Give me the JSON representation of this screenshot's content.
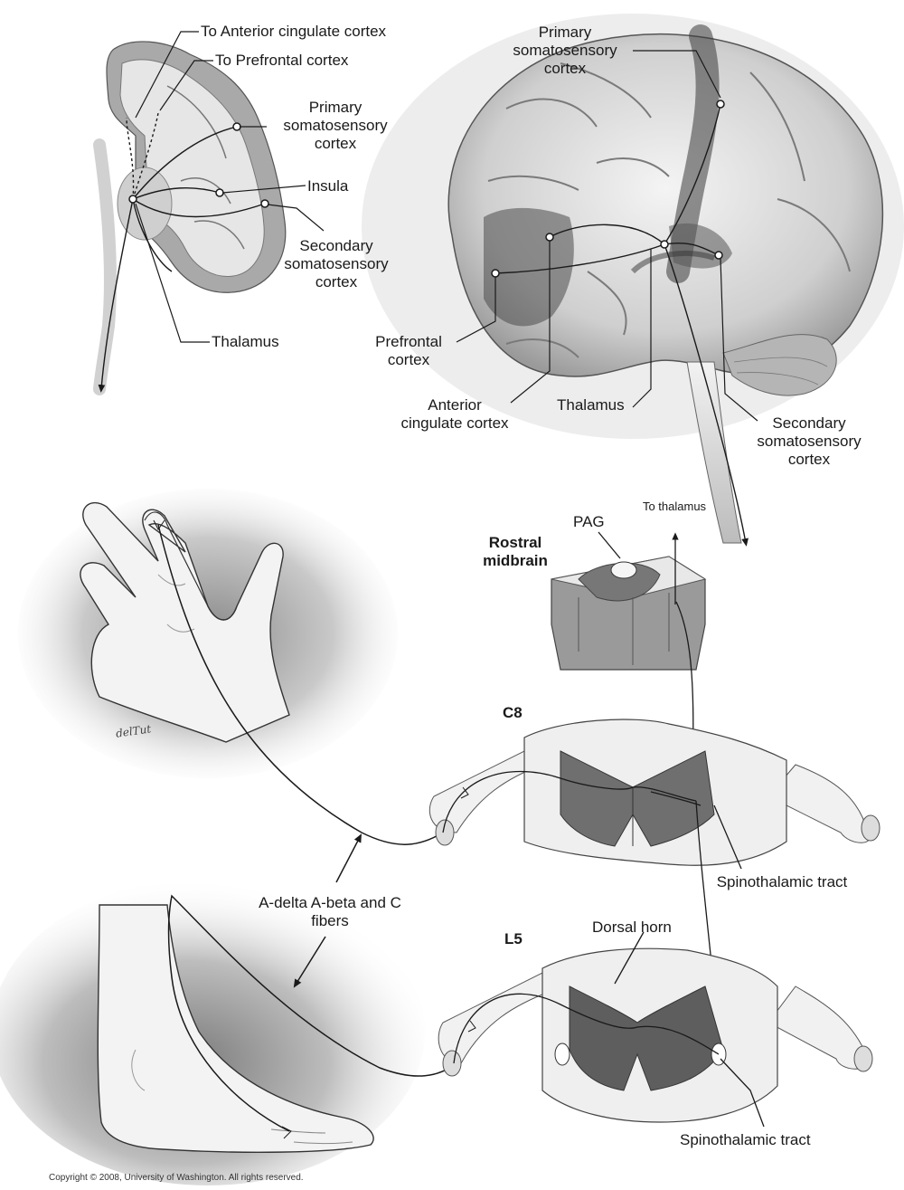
{
  "labels": {
    "to_anterior_cingulate": "To Anterior cingulate cortex",
    "to_prefrontal": "To Prefrontal cortex",
    "primary_somato_left": "Primary somatosensory cortex",
    "insula": "Insula",
    "secondary_somato_left": "Secondary somatosensory cortex",
    "thalamus_left": "Thalamus",
    "primary_somato_right": "Primary somatosensory cortex",
    "prefrontal_right": "Prefrontal cortex",
    "anterior_cingulate_right": "Anterior cingulate cortex",
    "thalamus_right": "Thalamus",
    "secondary_somato_right": "Secondary somatosensory cortex",
    "to_thalamus": "To thalamus",
    "pag": "PAG",
    "rostral_midbrain": "Rostral midbrain",
    "c8": "C8",
    "spinothalamic_c8": "Spinothalamic tract",
    "fibers": "A-delta A-beta and C fibers",
    "l5": "L5",
    "dorsal_horn": "Dorsal horn",
    "spinothalamic_l5": "Spinothalamic tract"
  },
  "signature": "delTut",
  "copyright": "Copyright © 2008, University of Washington. All rights reserved."
}
